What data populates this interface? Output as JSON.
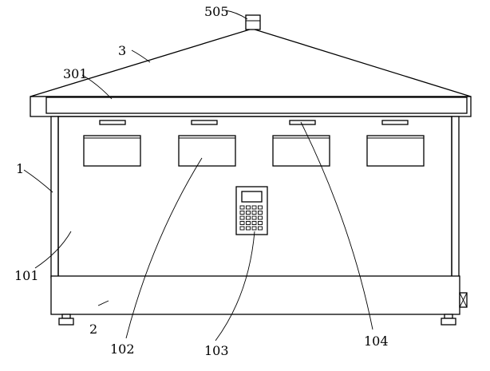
{
  "figure": {
    "labels": {
      "cap": "505",
      "roof": "3",
      "roof_band": "301",
      "frame": "1",
      "wall_panel": "101",
      "base": "2",
      "window": "102",
      "keypad": "103",
      "vent": "104"
    }
  }
}
